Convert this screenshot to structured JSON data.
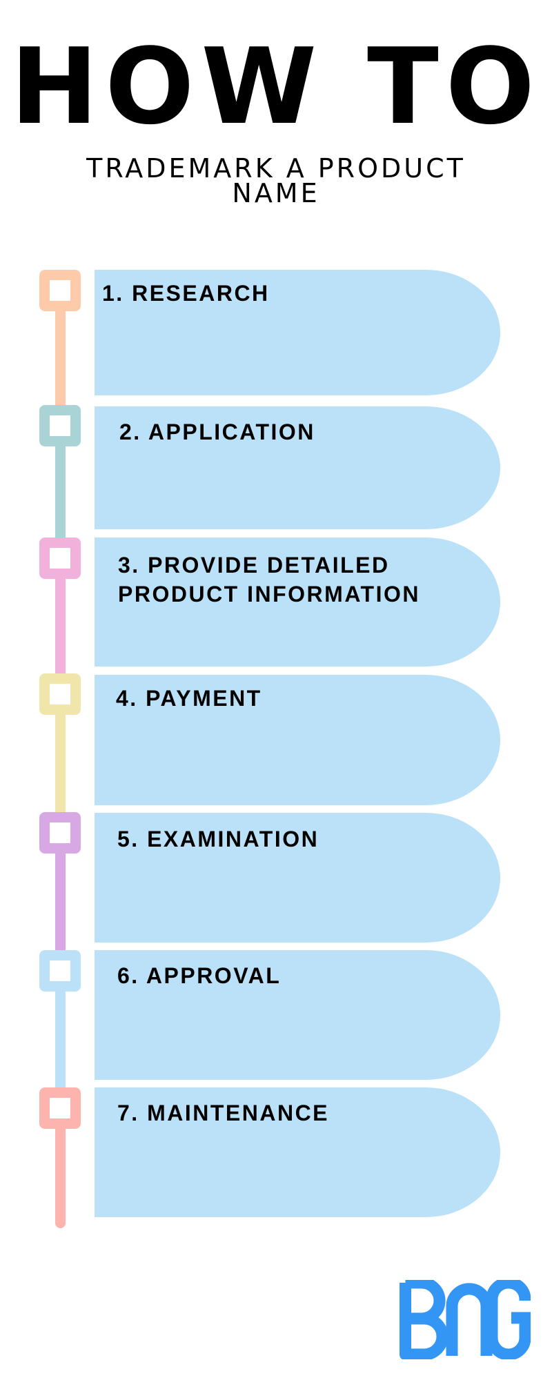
{
  "header": {
    "title": "HOW TO",
    "subtitle_line1": "TRADEMARK A PRODUCT",
    "subtitle_line2": "NAME"
  },
  "steps": [
    {
      "label": "1. RESEARCH",
      "color": "#FDCBA9"
    },
    {
      "label": "2. APPLICATION",
      "color": "#A9D3D4"
    },
    {
      "label_line1": "3. PROVIDE DETAILED",
      "label_line2": "PRODUCT INFORMATION",
      "color": "#F2B1DB"
    },
    {
      "label": "4. PAYMENT",
      "color": "#F0E6AB"
    },
    {
      "label": "5. EXAMINATION",
      "color": "#D7A8E4"
    },
    {
      "label": "6. APPROVAL",
      "color": "#BAE1F8"
    },
    {
      "label": "7. MAINTENANCE",
      "color": "#FDB4AE"
    }
  ],
  "card_color": "#BAE1F8",
  "logo": {
    "text": "BNG",
    "color": "#3396F5"
  }
}
